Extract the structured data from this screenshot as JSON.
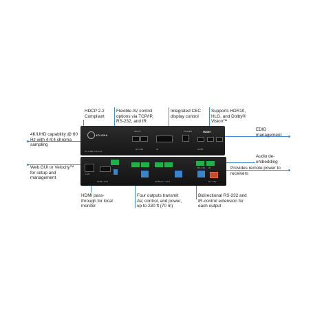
{
  "callouts": {
    "hdcp": "HDCP 2.2 Compliant",
    "av_control": "Flexible AV control options via TCP/IP, RS-232, and IR",
    "cec": "Integrated CEC display control",
    "hdr": "Supports HDR10, HLG, and Dolby® Vision™",
    "uhd": "4K/UHD capability @ 60 Hz with 4:4:4 chroma sampling",
    "edid": "EDID management",
    "audio": "Audio de-embedding",
    "web_gui": "Web GUI or Velocity™ for setup and management",
    "remote_power": "Provides remote power to receivers",
    "hdmi_pass": "HDMI pass-through for local monitor",
    "four_outputs": "Four outputs transmit AV, control, and power, up to 230 ft (70 m)",
    "bidirectional": "Bidirectional RS-232 and IR-control extension for each output"
  },
  "device": {
    "brand": "ATLONA",
    "model": "AT-OME-CS31-D",
    "hdmi_logo": "HDMI",
    "front_labels": [
      "INPUT",
      "POWER",
      "RS-232",
      "IR",
      "HDBT"
    ],
    "rear_labels": [
      "LAN",
      "HDMI OUT",
      "HDBaseT OUT",
      "RS-232",
      "IR",
      "DC 48V"
    ]
  },
  "colors": {
    "accent": "#3a8fd8",
    "device_body": "#1f1f1f",
    "terminal_green": "#1db34a"
  }
}
